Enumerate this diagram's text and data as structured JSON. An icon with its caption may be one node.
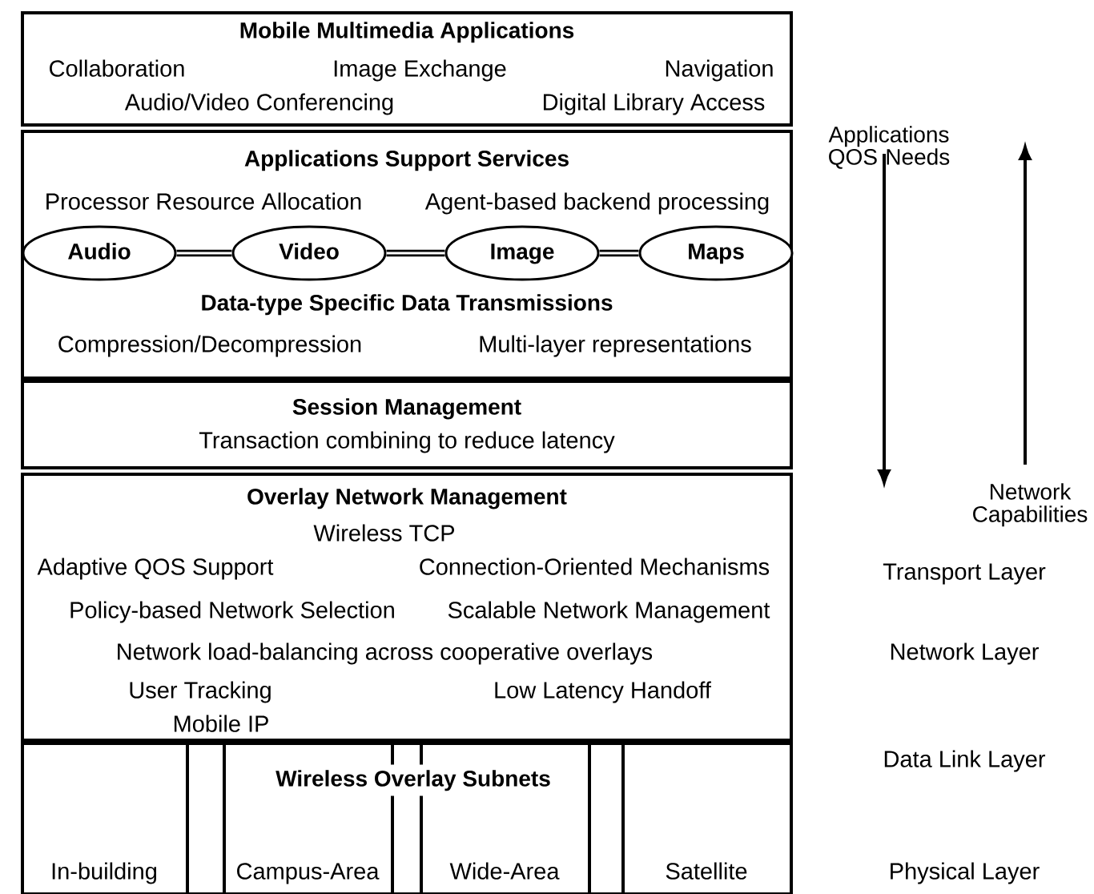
{
  "diagram": {
    "nodes": [
      {
        "text": [
          "Mobile Multimedia Applications",
          "Collaboration",
          "Image Exchange",
          "Navigation",
          "Audio/Video Conferencing",
          "Digital Library Access"
        ]
      },
      {
        "text": [
          "Applications Support Services",
          "Processor Resource Allocation",
          "Agent-based backend processing",
          "Data-type Specific Data Transmissions",
          "Compression/Decompression",
          "Multi-layer representations"
        ]
      },
      {
        "text": [
          "Audio"
        ],
        "in": 1
      },
      {
        "text": [
          "Video"
        ],
        "in": 1
      },
      {
        "text": [
          "Image"
        ],
        "in": 1
      },
      {
        "text": [
          "Maps"
        ],
        "in": 1
      },
      {
        "text": [
          "Session Management",
          "Transaction combining to reduce latency"
        ]
      },
      {
        "text": [
          "Overlay Network Management",
          "Wireless TCP",
          "Adaptive QOS Support",
          "Connection-Oriented Mechanisms",
          "Policy-based Network Selection",
          "Scalable Network Management",
          "Network load-balancing across cooperative overlays",
          "User Tracking",
          "Low Latency Handoff",
          "Mobile IP"
        ]
      },
      {
        "text": [
          "Wireless Overlay Subnets"
        ]
      },
      {
        "text": [
          "In-building"
        ],
        "in": 8
      },
      {
        "text": [
          "Campus-Area"
        ],
        "in": 8
      },
      {
        "text": [
          "Wide-Area"
        ],
        "in": 8
      },
      {
        "text": [
          "Satellite"
        ],
        "in": 8
      }
    ],
    "edges": [
      {
        "from": 2,
        "to": 3,
        "arrow": "none"
      },
      {
        "from": 3,
        "to": 4,
        "arrow": "none"
      },
      {
        "from": 4,
        "to": 5,
        "arrow": "none"
      }
    ],
    "labels": [
      "Applications QOS Needs",
      "Network Capabilities",
      "Transport Layer",
      "Network Layer",
      "Data Link Layer",
      "Physical Layer"
    ]
  }
}
